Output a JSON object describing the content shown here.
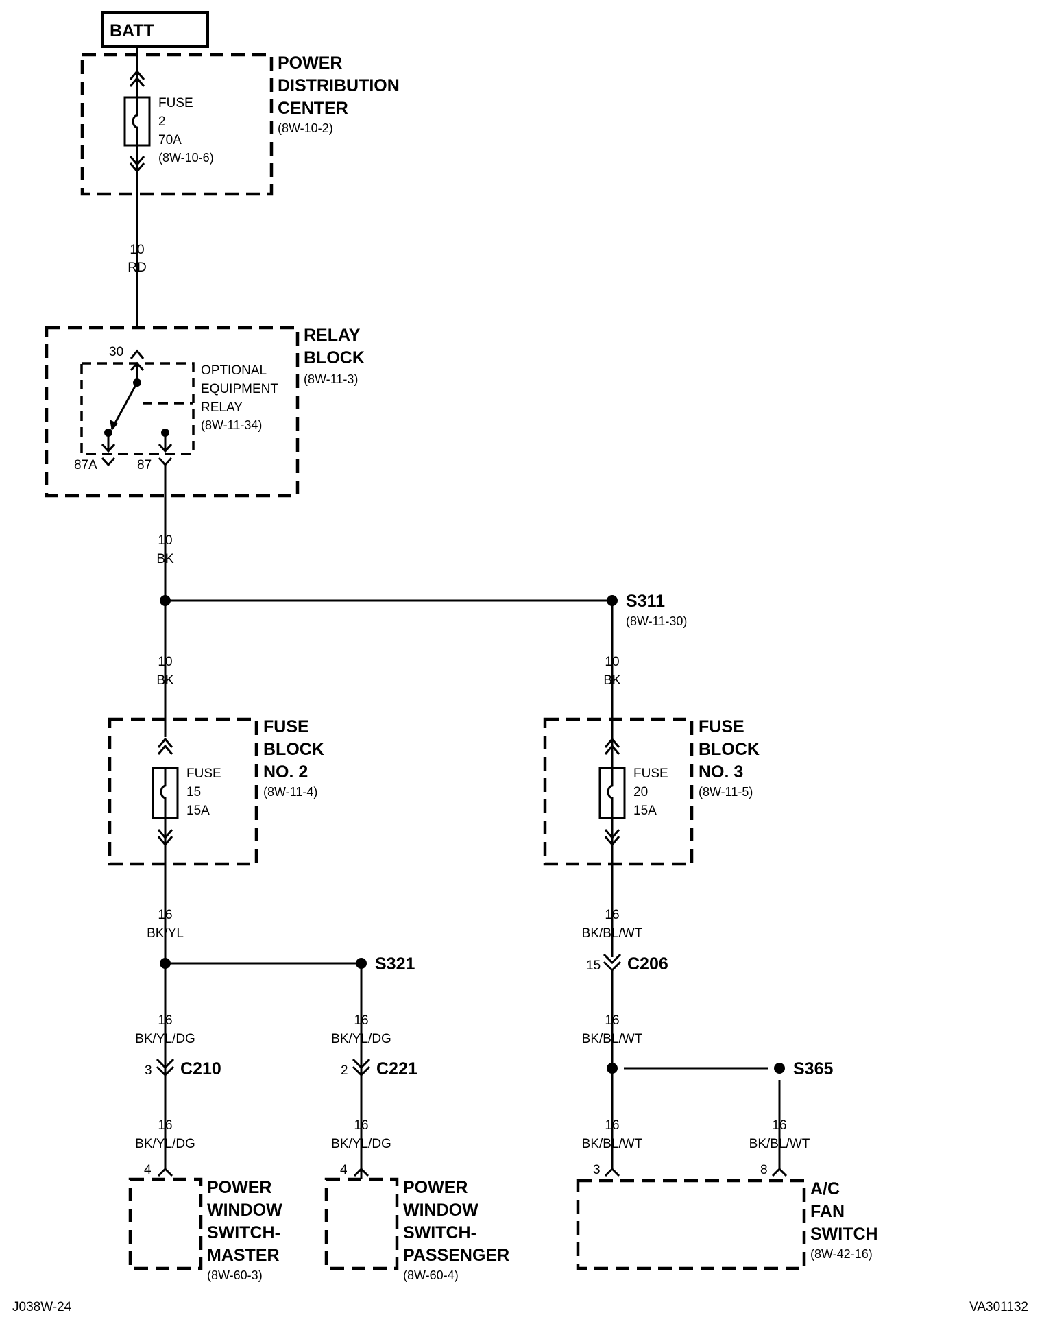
{
  "batt": {
    "label": "BATT"
  },
  "pdc": {
    "name": [
      "POWER",
      "DISTRIBUTION",
      "CENTER"
    ],
    "ref": "(8W-10-2)",
    "fuse": {
      "label": "FUSE",
      "number": "2",
      "rating": "70A",
      "ref": "(8W-10-6)"
    }
  },
  "wire_pdc_relay": {
    "gauge": "10",
    "color": "RD"
  },
  "relay_block": {
    "name": [
      "RELAY",
      "BLOCK"
    ],
    "ref": "(8W-11-3)",
    "relay": {
      "lines": [
        "OPTIONAL",
        "EQUIPMENT",
        "RELAY"
      ],
      "ref": "(8W-11-34)"
    },
    "pins": {
      "p30": "30",
      "p87a": "87A",
      "p87": "87"
    }
  },
  "wire_relay_splice": {
    "gauge": "10",
    "color": "BK"
  },
  "s311": {
    "label": "S311",
    "ref": "(8W-11-30)"
  },
  "wire_to_fb2": {
    "gauge": "10",
    "color": "BK"
  },
  "wire_to_fb3": {
    "gauge": "10",
    "color": "BK"
  },
  "fuse_block_2": {
    "name": [
      "FUSE",
      "BLOCK",
      "NO. 2"
    ],
    "ref": "(8W-11-4)",
    "fuse": {
      "label": "FUSE",
      "number": "15",
      "rating": "15A"
    }
  },
  "fuse_block_3": {
    "name": [
      "FUSE",
      "BLOCK",
      "NO. 3"
    ],
    "ref": "(8W-11-5)",
    "fuse": {
      "label": "FUSE",
      "number": "20",
      "rating": "15A"
    }
  },
  "wire_fb2_out": {
    "gauge": "16",
    "color": "BK/YL"
  },
  "wire_fb3_out": {
    "gauge": "16",
    "color": "BK/BL/WT"
  },
  "s321": {
    "label": "S321"
  },
  "c206": {
    "label": "C206",
    "pin": "15"
  },
  "wire_s321_left": {
    "gauge": "16",
    "color": "BK/YL/DG"
  },
  "wire_s321_right": {
    "gauge": "16",
    "color": "BK/YL/DG"
  },
  "wire_c206_out": {
    "gauge": "16",
    "color": "BK/BL/WT"
  },
  "c210": {
    "label": "C210",
    "pin": "3"
  },
  "c221": {
    "label": "C221",
    "pin": "2"
  },
  "s365": {
    "label": "S365"
  },
  "wire_c210_out": {
    "gauge": "16",
    "color": "BK/YL/DG"
  },
  "wire_c221_out": {
    "gauge": "16",
    "color": "BK/YL/DG"
  },
  "wire_s365_left": {
    "gauge": "16",
    "color": "BK/BL/WT"
  },
  "wire_s365_right": {
    "gauge": "16",
    "color": "BK/BL/WT"
  },
  "pw_master": {
    "name": [
      "POWER",
      "WINDOW",
      "SWITCH-",
      "MASTER"
    ],
    "ref": "(8W-60-3)",
    "pin": "4"
  },
  "pw_passenger": {
    "name": [
      "POWER",
      "WINDOW",
      "SWITCH-",
      "PASSENGER"
    ],
    "ref": "(8W-60-4)",
    "pin": "4"
  },
  "ac_fan": {
    "name": [
      "A/C",
      "FAN",
      "SWITCH"
    ],
    "ref": "(8W-42-16)",
    "pin_a": "3",
    "pin_b": "8"
  },
  "footer": {
    "left": "J038W-24",
    "right": "VA301132"
  }
}
